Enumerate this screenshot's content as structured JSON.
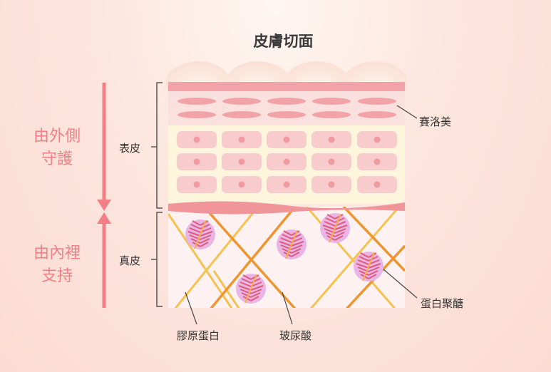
{
  "title": "皮膚切面",
  "left": {
    "outer_line1": "由外側",
    "outer_line2": "守護",
    "inner_line1": "由內裡",
    "inner_line2": "支持"
  },
  "layers": {
    "epidermis": "表皮",
    "dermis": "真皮"
  },
  "labels": {
    "ceramide": "賽洛美",
    "proteoglycan": "蛋白聚醣",
    "collagen": "膠原蛋白",
    "hyaluronic_acid": "玻尿酸"
  },
  "colors": {
    "accent": "#f27f86",
    "text": "#3a3a3a"
  }
}
